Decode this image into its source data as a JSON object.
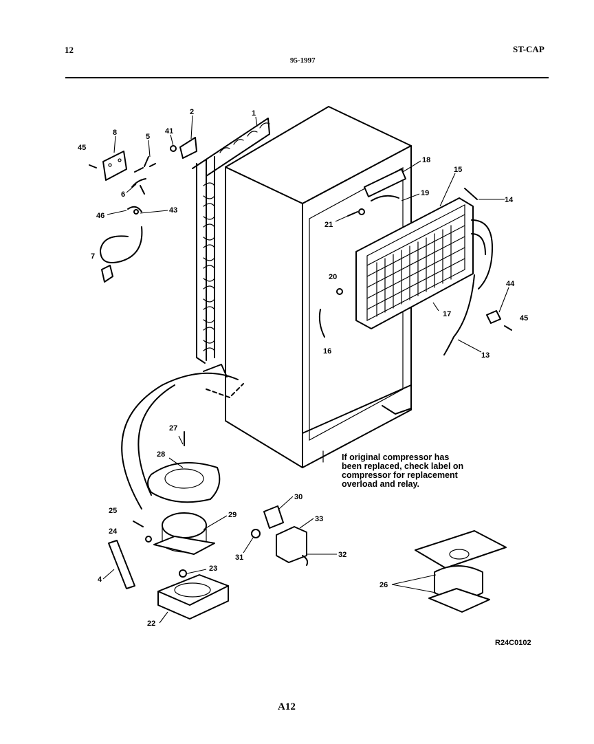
{
  "header": {
    "page_number": "12",
    "date": "95-1997",
    "model_code": "ST-CAP"
  },
  "callouts": [
    {
      "id": "c1",
      "text": "1"
    },
    {
      "id": "c2",
      "text": "2"
    },
    {
      "id": "c41",
      "text": "41"
    },
    {
      "id": "c8",
      "text": "8"
    },
    {
      "id": "c5",
      "text": "5"
    },
    {
      "id": "c45a",
      "text": "45"
    },
    {
      "id": "c6",
      "text": "6"
    },
    {
      "id": "c46",
      "text": "46"
    },
    {
      "id": "c43",
      "text": "43"
    },
    {
      "id": "c7",
      "text": "7"
    },
    {
      "id": "c18",
      "text": "18"
    },
    {
      "id": "c15",
      "text": "15"
    },
    {
      "id": "c19",
      "text": "19"
    },
    {
      "id": "c14",
      "text": "14"
    },
    {
      "id": "c21",
      "text": "21"
    },
    {
      "id": "c20",
      "text": "20"
    },
    {
      "id": "c16",
      "text": "16"
    },
    {
      "id": "c17",
      "text": "17"
    },
    {
      "id": "c44",
      "text": "44"
    },
    {
      "id": "c45b",
      "text": "45"
    },
    {
      "id": "c13",
      "text": "13"
    },
    {
      "id": "c27",
      "text": "27"
    },
    {
      "id": "c28",
      "text": "28"
    },
    {
      "id": "c25",
      "text": "25"
    },
    {
      "id": "c29",
      "text": "29"
    },
    {
      "id": "c30",
      "text": "30"
    },
    {
      "id": "c33",
      "text": "33"
    },
    {
      "id": "c24",
      "text": "24"
    },
    {
      "id": "c31",
      "text": "31"
    },
    {
      "id": "c32",
      "text": "32"
    },
    {
      "id": "c4",
      "text": "4"
    },
    {
      "id": "c23",
      "text": "23"
    },
    {
      "id": "c26",
      "text": "26"
    },
    {
      "id": "c22",
      "text": "22"
    }
  ],
  "note": [
    "If original compressor has",
    "been replaced, check label on",
    "compressor for replacement",
    "overload and relay."
  ],
  "drawing_code": "R24C0102",
  "footer": {
    "page_label": "A12"
  }
}
